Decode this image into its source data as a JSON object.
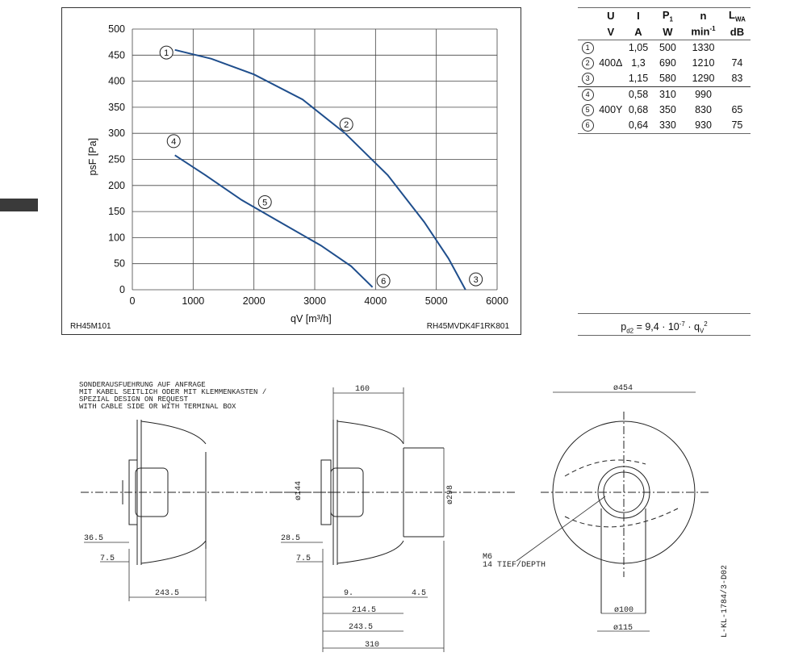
{
  "chart_data": {
    "type": "line",
    "xlabel": "qV [m³/h]",
    "ylabel": "psF [Pa]",
    "xlim": [
      0,
      6000
    ],
    "ylim": [
      0,
      500
    ],
    "x_ticks": [
      "0",
      "1000",
      "2000",
      "3000",
      "4000",
      "5000",
      "6000"
    ],
    "y_ticks": [
      "0",
      "50",
      "100",
      "150",
      "200",
      "250",
      "300",
      "350",
      "400",
      "450",
      "500"
    ],
    "grid": true,
    "series": [
      {
        "label_marker": "1-2-3",
        "points": [
          [
            700,
            460
          ],
          [
            1300,
            443
          ],
          [
            2000,
            413
          ],
          [
            2800,
            365
          ],
          [
            3500,
            300
          ],
          [
            4200,
            220
          ],
          [
            4800,
            130
          ],
          [
            5200,
            60
          ],
          [
            5480,
            0
          ]
        ]
      },
      {
        "label_marker": "4-5-6",
        "points": [
          [
            700,
            258
          ],
          [
            1200,
            220
          ],
          [
            1800,
            172
          ],
          [
            2500,
            125
          ],
          [
            3100,
            85
          ],
          [
            3600,
            45
          ],
          [
            3950,
            5
          ]
        ]
      }
    ],
    "markers": [
      {
        "label": "1",
        "x": 560,
        "y": 455
      },
      {
        "label": "2",
        "x": 3520,
        "y": 317
      },
      {
        "label": "3",
        "x": 5650,
        "y": 20
      },
      {
        "label": "4",
        "x": 680,
        "y": 285
      },
      {
        "label": "5",
        "x": 2180,
        "y": 168
      },
      {
        "label": "6",
        "x": 4130,
        "y": 17
      }
    ],
    "caption_left": "RH45M101",
    "caption_right": "RH45MVDK4F1RK801"
  },
  "table": {
    "headers": [
      "U",
      "I",
      "P1",
      "n",
      "LWA"
    ],
    "units": [
      "V",
      "A",
      "W",
      "min-1",
      "dB"
    ],
    "rows": [
      {
        "idx": "1",
        "U": "",
        "I": "1,05",
        "P": "500",
        "n": "1330",
        "L": ""
      },
      {
        "idx": "2",
        "U": "400Δ",
        "I": "1,3",
        "P": "690",
        "n": "1210",
        "L": "74"
      },
      {
        "idx": "3",
        "U": "",
        "I": "1,15",
        "P": "580",
        "n": "1290",
        "L": "83"
      },
      {
        "idx": "4",
        "U": "",
        "I": "0,58",
        "P": "310",
        "n": "990",
        "L": ""
      },
      {
        "idx": "5",
        "U": "400Y",
        "I": "0,68",
        "P": "350",
        "n": "830",
        "L": "65"
      },
      {
        "idx": "6",
        "U": "",
        "I": "0,64",
        "P": "330",
        "n": "930",
        "L": "75"
      }
    ]
  },
  "formula": "pd2 = 9,4 · 10-7 · qV2",
  "drawing": {
    "note": [
      "SONDERAUSFUEHRUNG AUF ANFRAGE",
      "MIT KABEL SEITLICH ODER MIT KLEMMENKASTEN /",
      "SPEZIAL DESIGN ON REQUEST",
      "WITH CABLE SIDE OR WITH TERMINAL BOX"
    ],
    "dims": {
      "d160": "160",
      "d144": "ø144",
      "d298": "ø298",
      "d454": "ø454",
      "d100": "ø100",
      "d115": "ø115",
      "d365": "36.5",
      "d285": "28.5",
      "d75a": "7.5",
      "d75b": "7.5",
      "d2435a": "243.5",
      "d9": "9.",
      "d45": "4.5",
      "d2145": "214.5",
      "d2435b": "243.5",
      "d310": "310",
      "m6": "M6",
      "m6b": "14 TIEF/DEPTH",
      "code": "L-KL-1784/3-D02"
    }
  }
}
